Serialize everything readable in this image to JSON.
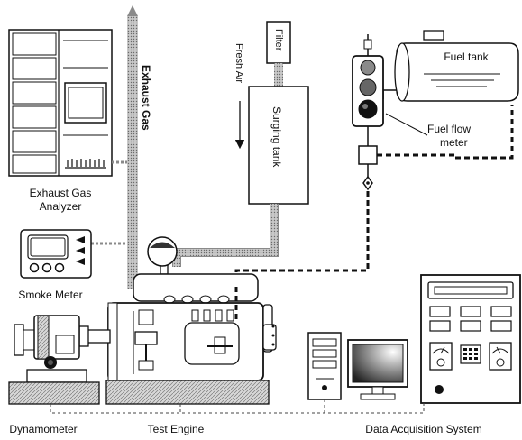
{
  "labels": {
    "exhaust_gas_analyzer_line1": "Exhaust Gas",
    "exhaust_gas_analyzer_line2": "Analyzer",
    "smoke_meter": "Smoke Meter",
    "dynamometer": "Dynamometer",
    "test_engine": "Test Engine",
    "data_acquisition_system": "Data Acquisition System",
    "exhaust_gas_arrow": "Exhaust Gas",
    "fresh_air": "Fresh Air",
    "filter": "Filter",
    "surging_tank": "Surging tank",
    "fuel_tank": "Fuel tank",
    "fuel_flow_meter_line1": "Fuel flow",
    "fuel_flow_meter_line2": "meter"
  },
  "colors": {
    "ink": "#111111",
    "pipe_gray": "#8a8a8a",
    "light_gray": "#cfcfcf",
    "base_hatch": "#9a9a9a"
  }
}
